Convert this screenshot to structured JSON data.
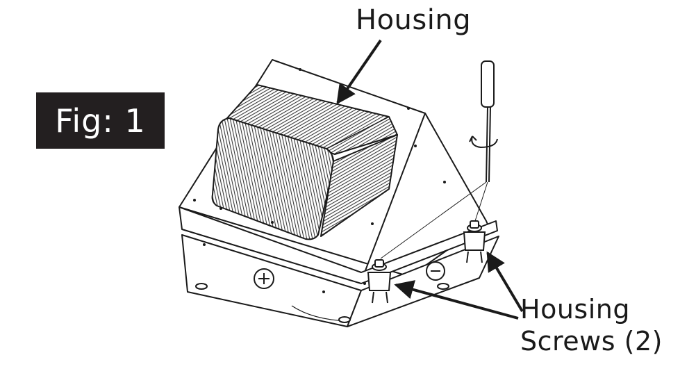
{
  "figure_label": "Fig: 1",
  "labels": {
    "housing": "Housing",
    "screws_line1": "Housing",
    "screws_line2": "Screws (2)"
  },
  "colors": {
    "ink": "#1a1a1a",
    "badge_bg": "#231f20",
    "badge_text": "#ffffff"
  }
}
